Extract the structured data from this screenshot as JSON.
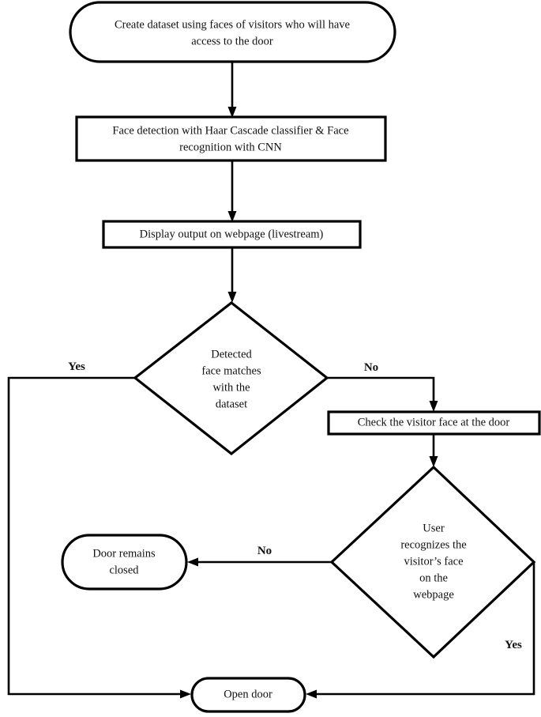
{
  "diagram": {
    "title": "Face recognition door access flowchart",
    "type": "flowchart",
    "background_color": "#ffffff",
    "line_color": "#000000",
    "text_color": "#111111"
  },
  "nodes": {
    "create_dataset": {
      "shape": "stadium",
      "line1": "Create dataset using faces of visitors who will have",
      "line2": "access to the door"
    },
    "face_detection": {
      "shape": "rectangle",
      "line1": "Face detection with Haar Cascade classifier & Face",
      "line2": "recognition with CNN"
    },
    "display_output": {
      "shape": "rectangle",
      "line1": "Display output on webpage (livestream)"
    },
    "decision_match": {
      "shape": "diamond",
      "line1": "Detected",
      "line2": "face matches",
      "line3": "with the",
      "line4": "dataset"
    },
    "check_visitor": {
      "shape": "rectangle",
      "line1": "Check the visitor face at the door"
    },
    "decision_recognize": {
      "shape": "diamond",
      "line1": "User",
      "line2": "recognizes the",
      "line3": "visitor’s face",
      "line4": "on the",
      "line5": "webpage"
    },
    "door_closed": {
      "shape": "stadium",
      "line1": "Door remains",
      "line2": "closed"
    },
    "open_door": {
      "shape": "stadium",
      "line1": "Open door"
    }
  },
  "edge_labels": {
    "match_yes": "Yes",
    "match_no": "No",
    "recognize_no": "No",
    "recognize_yes": "Yes"
  }
}
